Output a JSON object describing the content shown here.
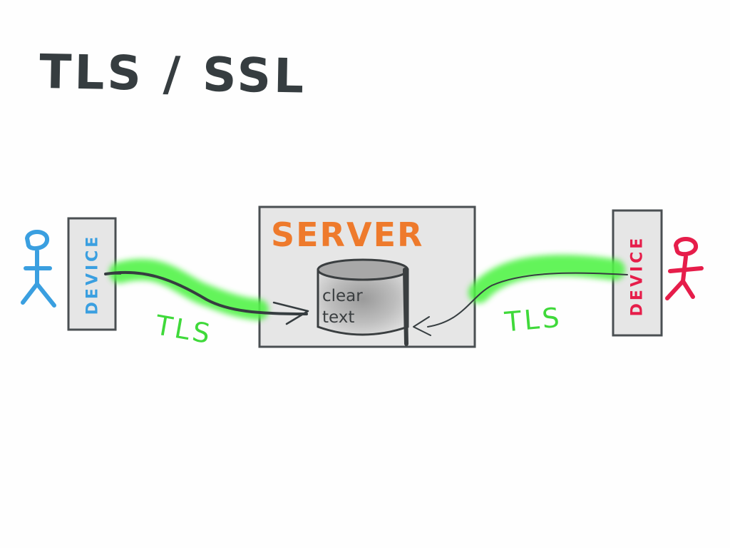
{
  "title": "TLS / SSL",
  "server": {
    "label": "SERVER"
  },
  "database": {
    "line1": "clear",
    "line2": "text"
  },
  "left_device": {
    "label": "DEVICE"
  },
  "right_device": {
    "label": "DEVICE"
  },
  "connections": {
    "left_label": "TLS",
    "right_label": "TLS"
  },
  "colors": {
    "title": "#363d40",
    "server_label": "#ee7a2c",
    "tls": "#3fd93a",
    "left_user": "#3a9fe0",
    "right_user": "#e61d4a",
    "box_fill": "#e6e6e6",
    "box_stroke": "#4a4f52"
  },
  "icons": {
    "left_user": "stick-figure-icon",
    "right_user": "stick-figure-icon",
    "database": "database-cylinder-icon"
  }
}
